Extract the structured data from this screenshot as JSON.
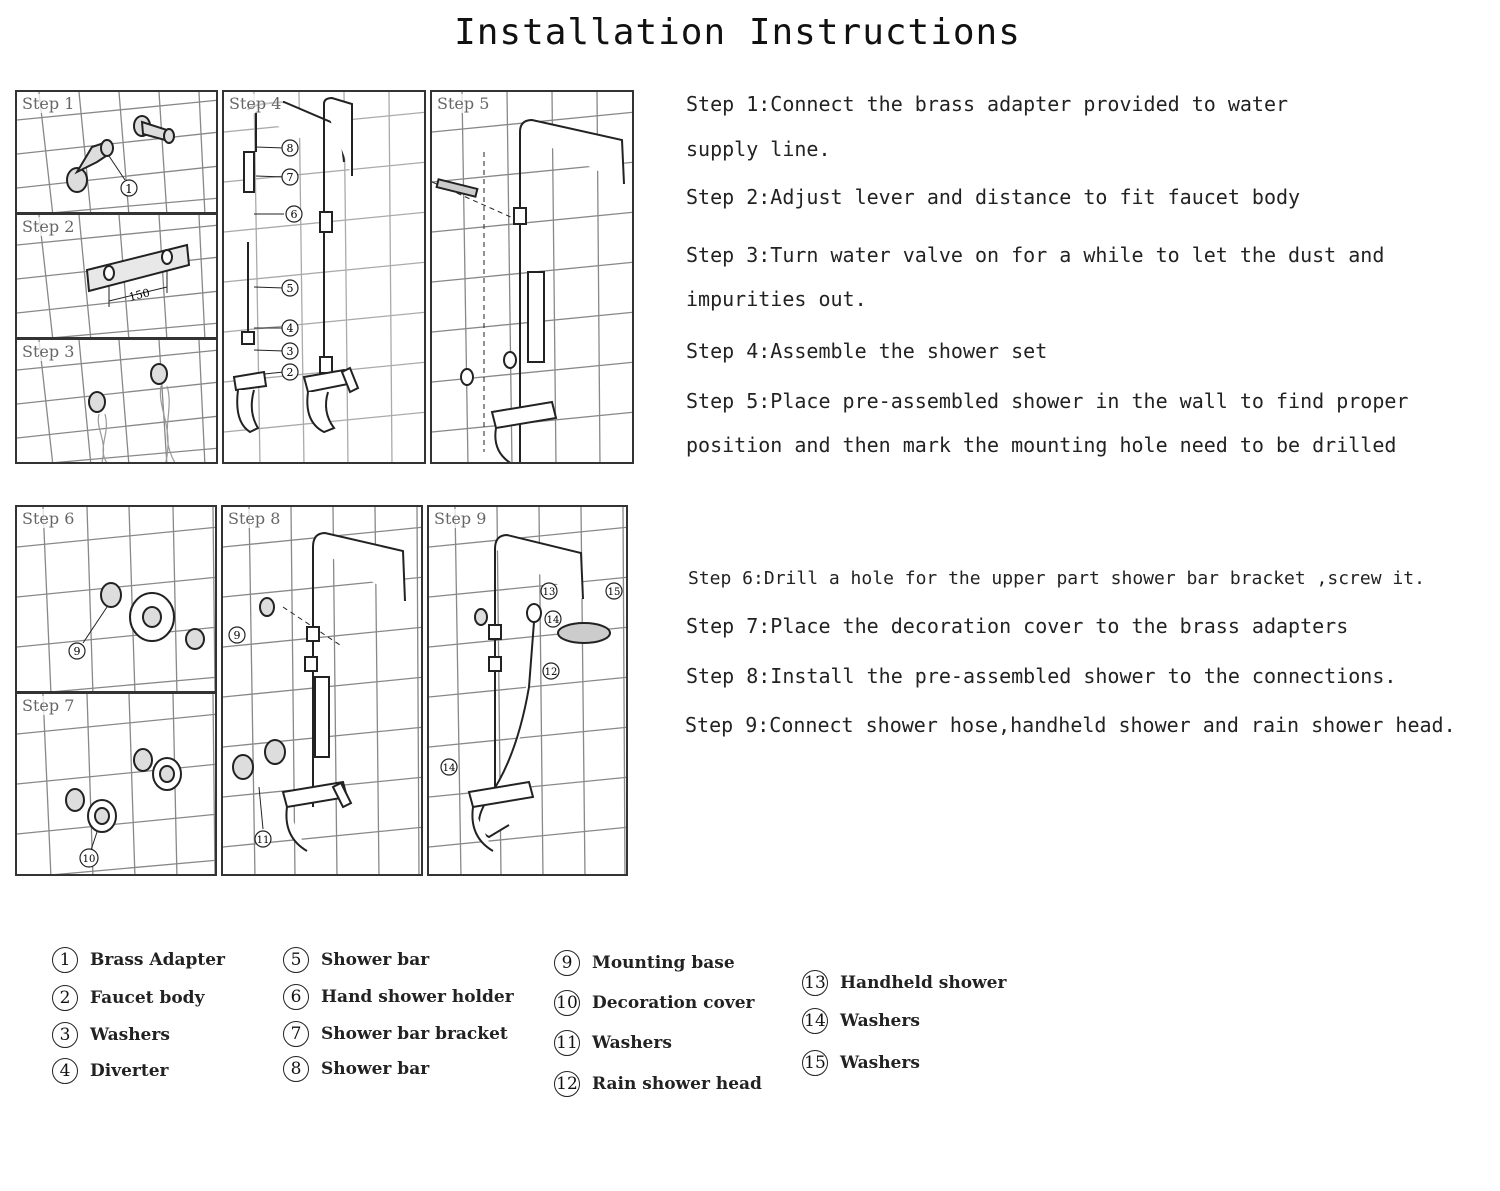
{
  "title": "Installation Instructions",
  "panels": {
    "step1": "Step 1",
    "step2": "Step 2",
    "step3": "Step 3",
    "step4": "Step 4",
    "step5": "Step 5",
    "step6": "Step 6",
    "step7": "Step 7",
    "step8": "Step 8",
    "step9": "Step 9"
  },
  "callouts": {
    "dimension_150": "150",
    "n1": "1",
    "n2": "2",
    "n3": "3",
    "n4": "4",
    "n5": "5",
    "n6": "6",
    "n7": "7",
    "n8": "8",
    "n9": "9",
    "n10": "10",
    "n11": "11",
    "n12": "12",
    "n13": "13",
    "n14": "14",
    "n15": "15"
  },
  "steps_top": [
    "Step 1:Connect the brass adapter provided to water",
    "supply line.",
    "Step 2:Adjust lever and distance to fit faucet body",
    "Step 3:Turn water valve on for a while to let the dust and",
    "impurities out.",
    "Step 4:Assemble the shower set",
    "Step 5:Place pre-assembled shower in the wall to find proper",
    "position and then mark the mounting hole need to be drilled"
  ],
  "steps_bottom": [
    "Step 6:Drill a hole for the upper part shower bar bracket ,screw it.",
    "Step 7:Place the decoration cover to the brass adapters",
    "Step 8:Install the pre-assembled shower to the connections.",
    "Step 9:Connect shower hose,handheld shower and rain shower head."
  ],
  "legend": [
    {
      "num": "1",
      "label": "Brass Adapter"
    },
    {
      "num": "2",
      "label": "Faucet body"
    },
    {
      "num": "3",
      "label": "Washers"
    },
    {
      "num": "4",
      "label": "Diverter"
    },
    {
      "num": "5",
      "label": "Shower bar"
    },
    {
      "num": "6",
      "label": "Hand shower holder"
    },
    {
      "num": "7",
      "label": "Shower bar bracket"
    },
    {
      "num": "8",
      "label": "Shower bar"
    },
    {
      "num": "9",
      "label": "Mounting base"
    },
    {
      "num": "10",
      "label": "Decoration cover"
    },
    {
      "num": "11",
      "label": "Washers"
    },
    {
      "num": "12",
      "label": "Rain shower head"
    },
    {
      "num": "13",
      "label": "Handheld shower"
    },
    {
      "num": "14",
      "label": "Washers"
    },
    {
      "num": "15",
      "label": "Washers"
    }
  ]
}
